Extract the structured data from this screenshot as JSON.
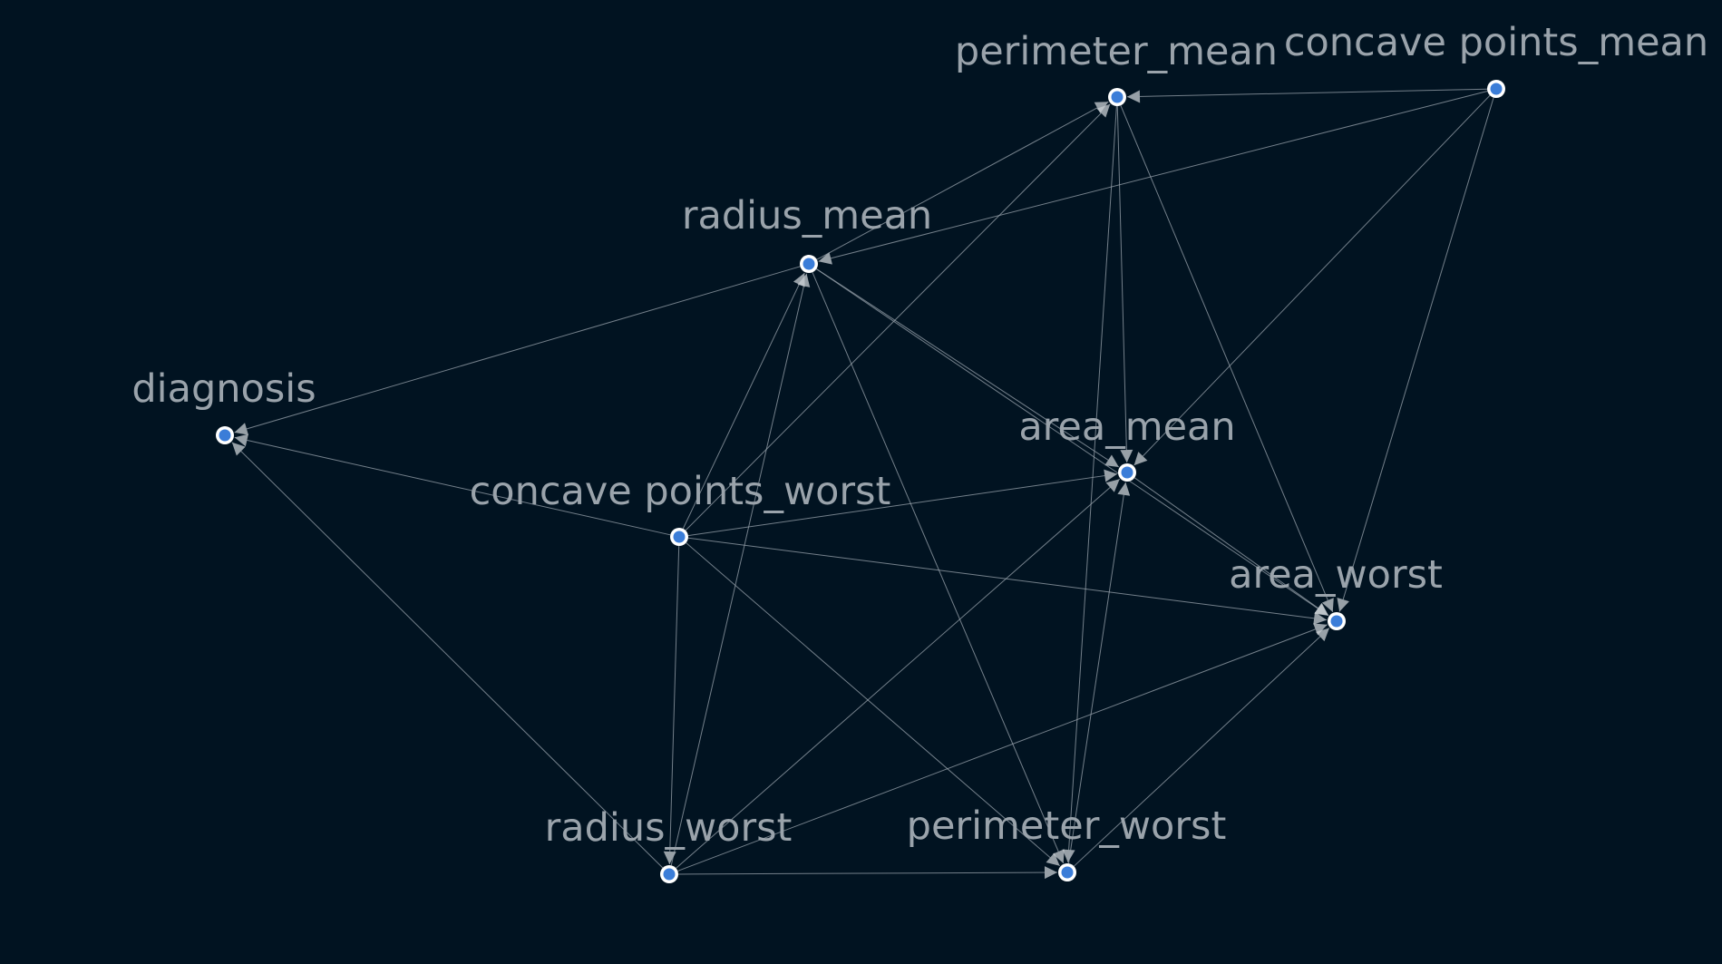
{
  "diagram": {
    "type": "directed-graph",
    "colors": {
      "background": "#011321",
      "edge": "#9aa4ad",
      "arrowhead": "#c9cfd4",
      "node_fill": "#3b7dd8",
      "node_ring": "#ffffff",
      "label": "#9aa3ab"
    },
    "nodes": [
      {
        "id": "perimeter_mean",
        "label": "perimeter_mean"
      },
      {
        "id": "concave_points_mean",
        "label": "concave points_mean"
      },
      {
        "id": "radius_mean",
        "label": "radius_mean"
      },
      {
        "id": "diagnosis",
        "label": "diagnosis"
      },
      {
        "id": "area_mean",
        "label": "area_mean"
      },
      {
        "id": "concave_points_worst",
        "label": "concave points_worst"
      },
      {
        "id": "area_worst",
        "label": "area_worst"
      },
      {
        "id": "radius_worst",
        "label": "radius_worst"
      },
      {
        "id": "perimeter_worst",
        "label": "perimeter_worst"
      }
    ],
    "edges": [
      {
        "from": "concave_points_mean",
        "to": "perimeter_mean"
      },
      {
        "from": "concave_points_mean",
        "to": "radius_mean"
      },
      {
        "from": "concave_points_mean",
        "to": "area_mean"
      },
      {
        "from": "concave_points_mean",
        "to": "area_worst"
      },
      {
        "from": "radius_mean",
        "to": "perimeter_mean"
      },
      {
        "from": "radius_mean",
        "to": "diagnosis"
      },
      {
        "from": "radius_mean",
        "to": "area_mean"
      },
      {
        "from": "radius_mean",
        "to": "area_worst"
      },
      {
        "from": "radius_mean",
        "to": "perimeter_worst"
      },
      {
        "from": "perimeter_mean",
        "to": "area_mean"
      },
      {
        "from": "perimeter_mean",
        "to": "area_worst"
      },
      {
        "from": "perimeter_mean",
        "to": "perimeter_worst"
      },
      {
        "from": "concave_points_worst",
        "to": "diagnosis"
      },
      {
        "from": "concave_points_worst",
        "to": "radius_mean"
      },
      {
        "from": "concave_points_worst",
        "to": "perimeter_mean"
      },
      {
        "from": "concave_points_worst",
        "to": "area_mean"
      },
      {
        "from": "concave_points_worst",
        "to": "area_worst"
      },
      {
        "from": "concave_points_worst",
        "to": "radius_worst"
      },
      {
        "from": "concave_points_worst",
        "to": "perimeter_worst"
      },
      {
        "from": "radius_worst",
        "to": "diagnosis"
      },
      {
        "from": "radius_worst",
        "to": "radius_mean"
      },
      {
        "from": "radius_worst",
        "to": "area_mean"
      },
      {
        "from": "radius_worst",
        "to": "area_worst"
      },
      {
        "from": "radius_worst",
        "to": "perimeter_worst"
      },
      {
        "from": "area_mean",
        "to": "area_worst"
      },
      {
        "from": "perimeter_worst",
        "to": "area_mean"
      },
      {
        "from": "perimeter_worst",
        "to": "area_worst"
      }
    ]
  }
}
